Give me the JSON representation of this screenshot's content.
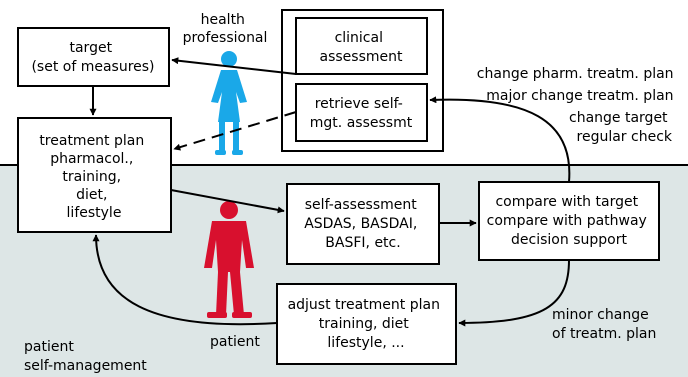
{
  "colors": {
    "patient_zone": "#dde6e6",
    "health_professional_figure": "#1aa8e8",
    "patient_figure": "#d8102e",
    "box_fill": "#ffffff",
    "line": "#000000"
  },
  "labels": {
    "health_professional": [
      "health",
      "professional"
    ],
    "patient": "patient",
    "patient_self_management": [
      "patient",
      "self-management"
    ]
  },
  "boxes": {
    "target": [
      "target",
      "(set of measures)"
    ],
    "clinical_assessment": [
      "clinical",
      "assessment"
    ],
    "retrieve_self_mgt": [
      "retrieve self-",
      "mgt. assessmt"
    ],
    "treatment_plan": [
      "treatment plan",
      "pharmacol.,",
      "training,",
      "diet,",
      "lifestyle"
    ],
    "self_assessment": [
      "self-assessment",
      "ASDAS, BASDAI,",
      "BASFI, etc."
    ],
    "compare": [
      "compare with target",
      "compare with pathway",
      "decision support"
    ],
    "adjust_plan": [
      "adjust treatment plan",
      "training, diet",
      "lifestyle, ..."
    ]
  },
  "annotations": {
    "professional_actions": [
      "change pharm. treatm. plan",
      "major change treatm. plan",
      "change target",
      "regular check"
    ],
    "minor_change": [
      "minor change",
      "of treatm. plan"
    ]
  }
}
